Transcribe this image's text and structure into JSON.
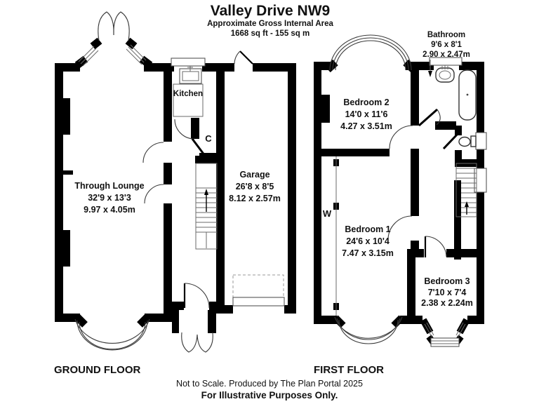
{
  "title": "Valley Drive NW9",
  "subtitle": {
    "line1": "Approximate Gross Internal Area",
    "line2": "1668 sq ft - 155 sq m"
  },
  "ground_floor": {
    "label": "GROUND FLOOR",
    "through_lounge": {
      "name": "Through Lounge",
      "imperial": "32'9 x 13'3",
      "metric": "9.97 x 4.05m"
    },
    "kitchen": {
      "name": "Kitchen"
    },
    "cupboard": {
      "name": "C"
    },
    "garage": {
      "name": "Garage",
      "imperial": "26'8 x 8'5",
      "metric": "8.12 x 2.57m"
    }
  },
  "first_floor": {
    "label": "FIRST FLOOR",
    "bathroom": {
      "name": "Bathroom",
      "imperial": "9'6 x 8'1",
      "metric": "2.90 x 2.47m"
    },
    "bedroom2": {
      "name": "Bedroom 2",
      "imperial": "14'0 x 11'6",
      "metric": "4.27 x 3.51m"
    },
    "bedroom1": {
      "name": "Bedroom 1",
      "imperial": "24'6 x 10'4",
      "metric": "7.47 x 3.15m"
    },
    "bedroom3": {
      "name": "Bedroom 3",
      "imperial": "7'10 x 7'4",
      "metric": "2.38 x 2.24m"
    },
    "wardrobe": {
      "name": "W"
    }
  },
  "footer": {
    "line1": "Not to Scale. Produced by The Plan Portal 2025",
    "line2": "For Illustrative Purposes Only."
  },
  "colors": {
    "wall": "#000000",
    "background": "#ffffff",
    "line": "#444444"
  }
}
